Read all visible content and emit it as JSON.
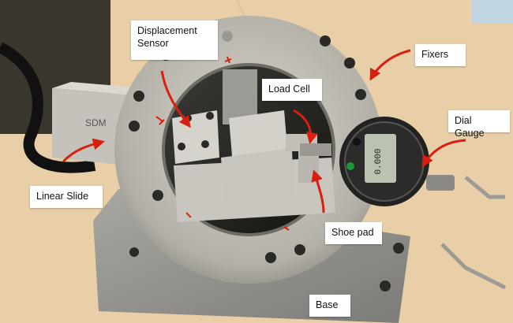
{
  "labels": {
    "displacement_sensor": "Displacement Sensor",
    "fixers": "Fixers",
    "load_cell": "Load Cell",
    "dial_gauge": "Dial Gauge",
    "linear_slide": "Linear Slide",
    "shoe_pad": "Shoe pad",
    "base": "Base"
  },
  "device_text": {
    "slide_brand": "SDM",
    "gauge_readout": "0.000"
  },
  "colors": {
    "bench": "#e8cfa8",
    "metal": "#b9b6b0",
    "arrow": "#d91f10",
    "label_bg": "#ffffff"
  }
}
